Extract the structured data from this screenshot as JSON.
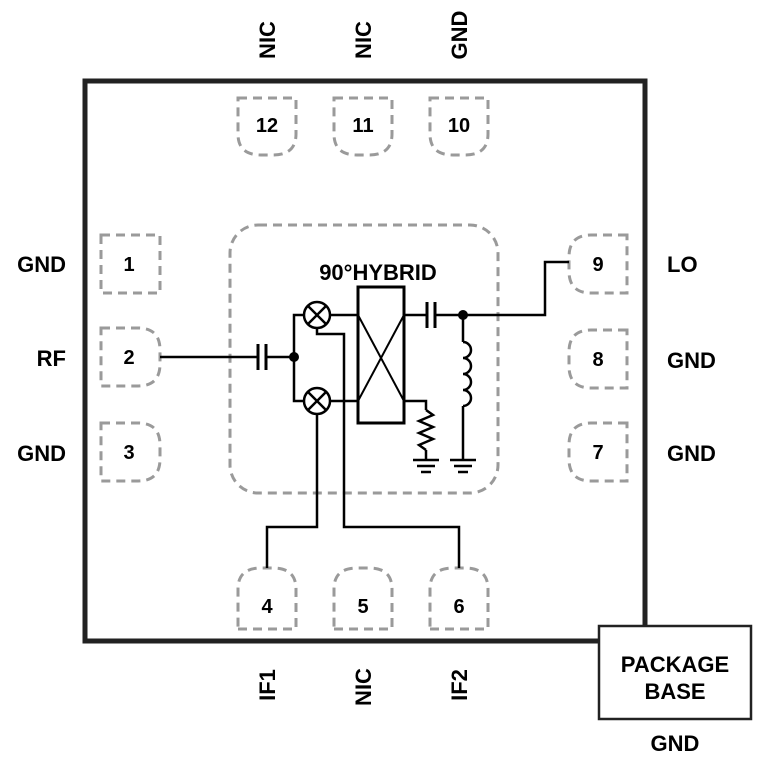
{
  "title": "90°HYBRID",
  "package": {
    "line1": "PACKAGE",
    "line2": "BASE",
    "ground": "GND"
  },
  "pins": [
    {
      "num": "1",
      "name": "GND"
    },
    {
      "num": "2",
      "name": "RF"
    },
    {
      "num": "3",
      "name": "GND"
    },
    {
      "num": "4",
      "name": "IF1"
    },
    {
      "num": "5",
      "name": "NIC"
    },
    {
      "num": "6",
      "name": "IF2"
    },
    {
      "num": "7",
      "name": "GND"
    },
    {
      "num": "8",
      "name": "GND"
    },
    {
      "num": "9",
      "name": "LO"
    },
    {
      "num": "10",
      "name": "GND"
    },
    {
      "num": "11",
      "name": "NIC"
    },
    {
      "num": "12",
      "name": "NIC"
    }
  ]
}
